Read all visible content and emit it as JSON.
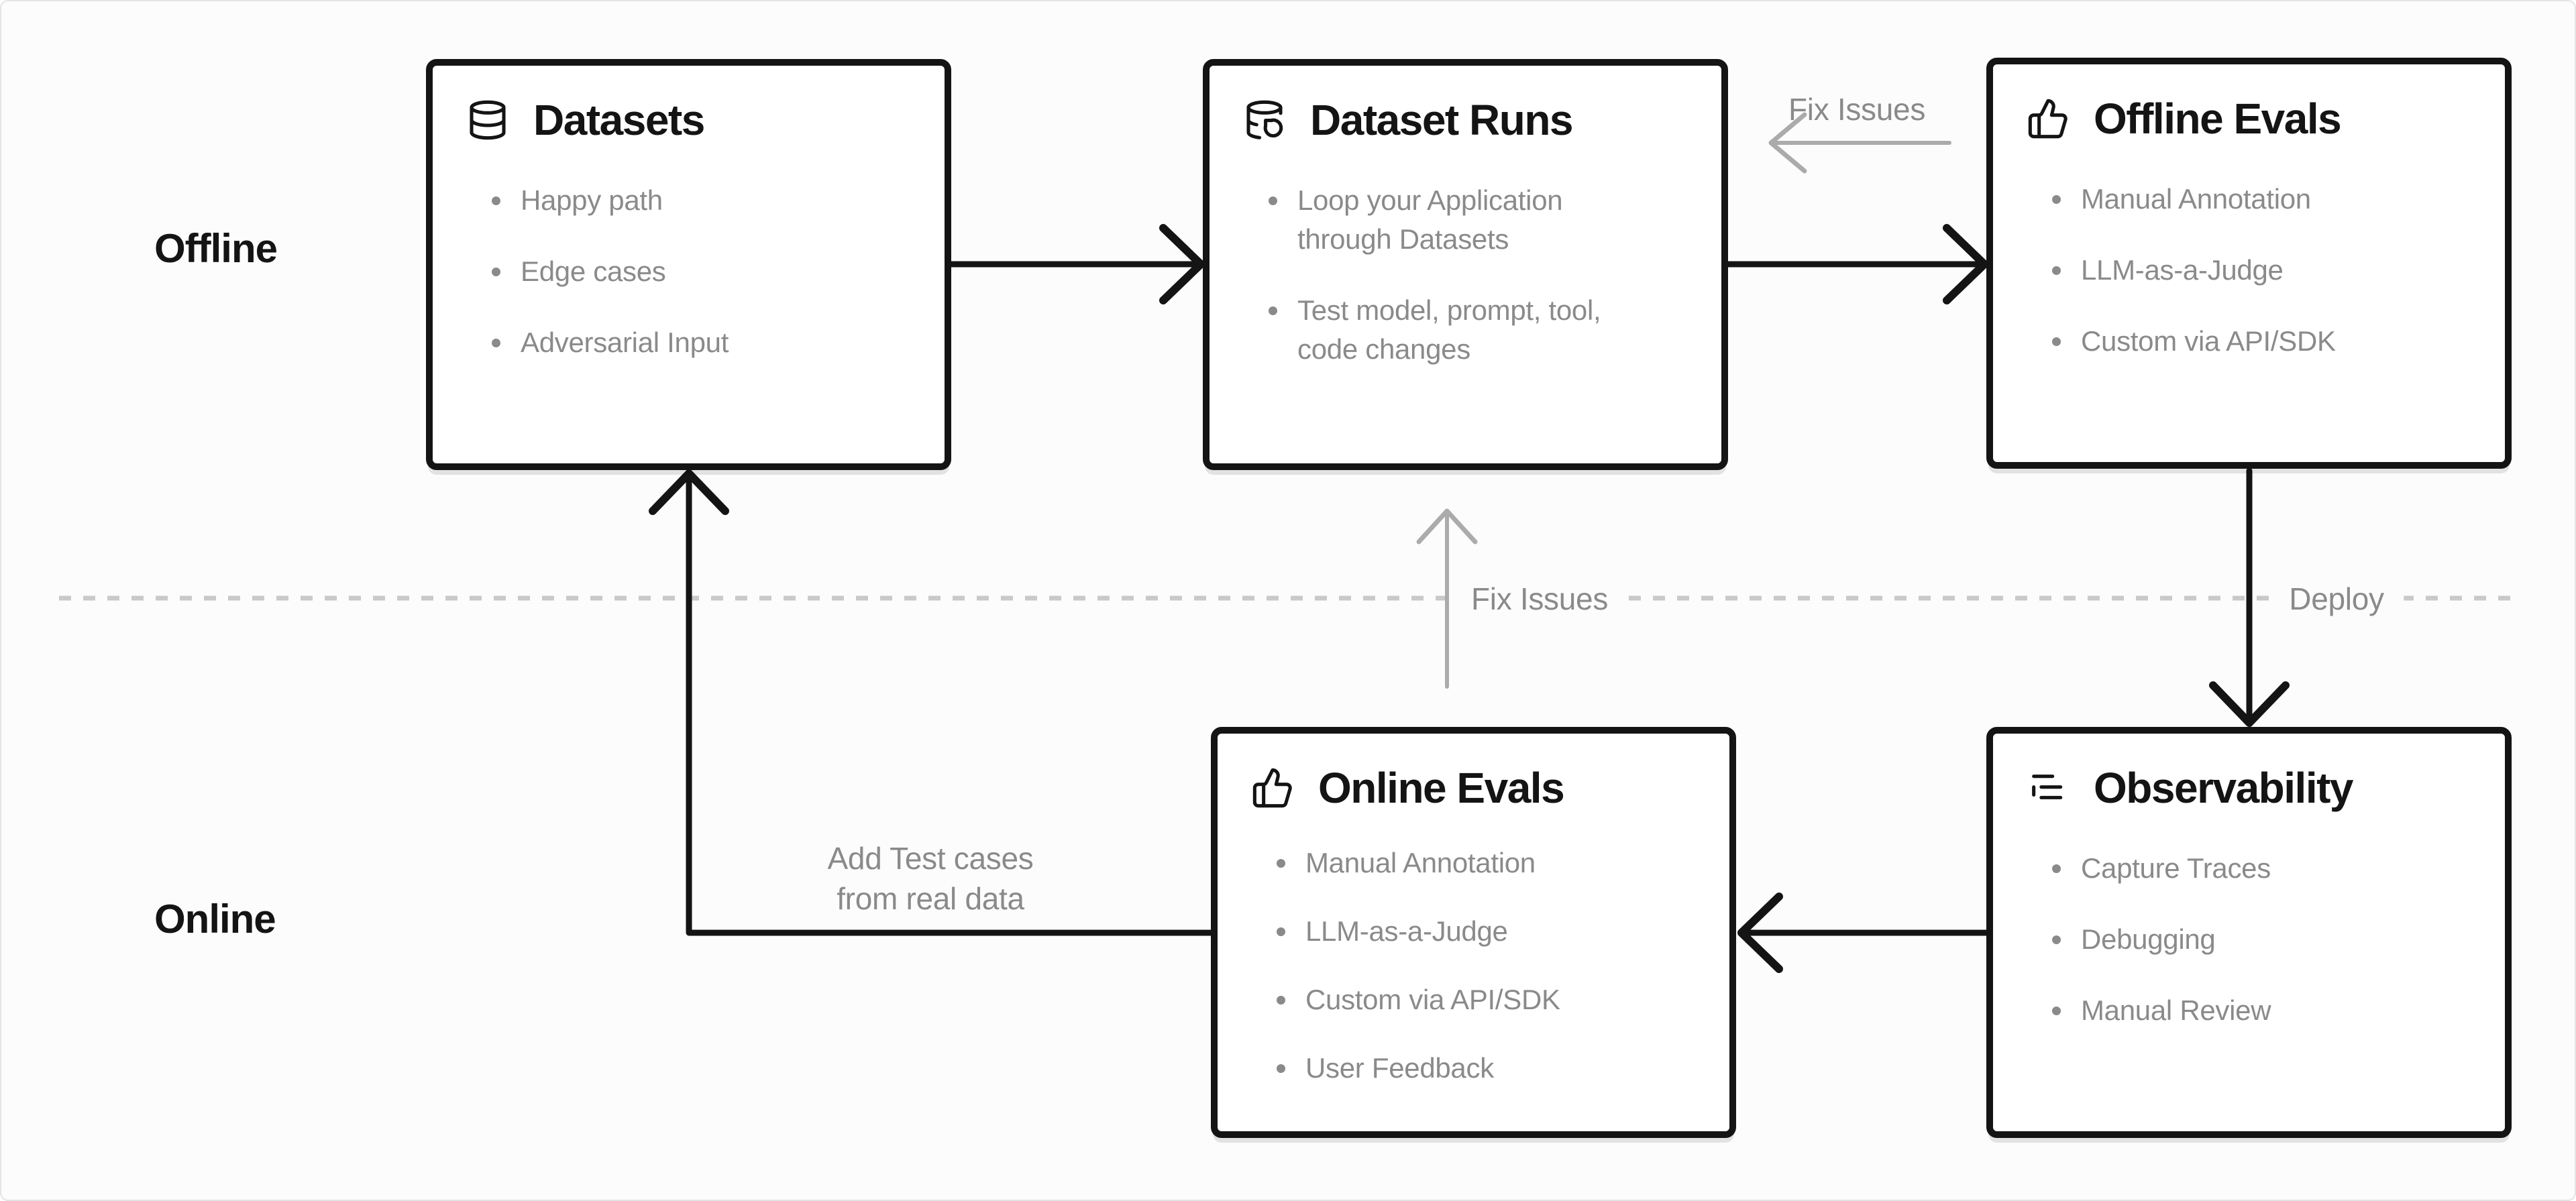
{
  "colors": {
    "background": "#fcfcfc",
    "canvas_border": "#e4e4e4",
    "box_background": "#ffffff",
    "ink_black": "#141414",
    "text_gray": "#8a8a8a",
    "arrow_gray": "#ababab",
    "dash_gray": "#c9c9c9"
  },
  "lanes": {
    "offline_label": "Offline",
    "online_label": "Online"
  },
  "boxes": [
    {
      "id": "datasets",
      "icon": "database-icon",
      "title": "Datasets",
      "items": [
        "Happy path",
        "Edge cases",
        "Adversarial Input"
      ]
    },
    {
      "id": "dataset-runs",
      "icon": "database-refresh-icon",
      "title": "Dataset Runs",
      "items": [
        "Loop your Application\nthrough Datasets",
        "Test model, prompt, tool,\ncode changes"
      ]
    },
    {
      "id": "offline-evals",
      "icon": "thumbs-up-icon",
      "title": "Offline Evals",
      "items": [
        "Manual Annotation",
        "LLM-as-a-Judge",
        "Custom via API/SDK"
      ]
    },
    {
      "id": "online-evals",
      "icon": "thumbs-up-icon",
      "title": "Online Evals",
      "items": [
        "Manual Annotation",
        "LLM-as-a-Judge",
        "Custom via API/SDK",
        "User Feedback"
      ]
    },
    {
      "id": "observability",
      "icon": "list-icon",
      "title": "Observability",
      "items": [
        "Capture Traces",
        "Debugging",
        "Manual Review"
      ]
    }
  ],
  "annotations": {
    "fix_issues_top": "Fix Issues",
    "fix_issues_mid": "Fix Issues",
    "deploy": "Deploy",
    "add_test_cases": "Add Test cases\nfrom real data"
  }
}
